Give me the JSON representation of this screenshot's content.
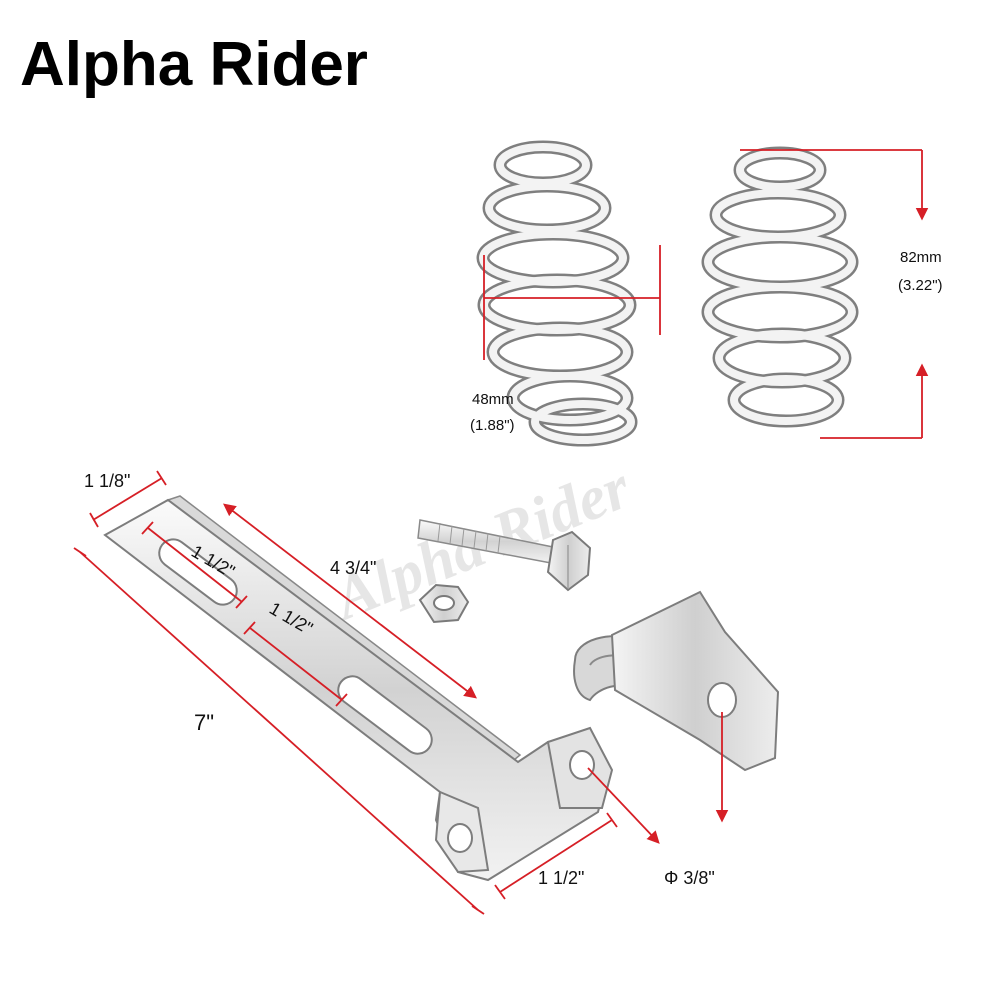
{
  "brand": {
    "name": "Alpha Rider",
    "watermark": "Alpha Rider"
  },
  "colors": {
    "dimension": "#d61f26",
    "metal_light": "#e4e4e4",
    "metal_dark": "#8a8a8a",
    "text": "#111111"
  },
  "dimensions": {
    "spring_height_mm": "82mm",
    "spring_height_in": "(3.22\")",
    "spring_width_mm": "48mm",
    "spring_width_in": "(1.88\")",
    "bracket_width": "1 1/8\"",
    "bracket_length": "7\"",
    "slot_length_1": "1 1/2\"",
    "slot_length_2": "1 1/2\"",
    "bolt_length": "4 3/4\"",
    "tab_width": "1 1/2\"",
    "hole_diameter": "Φ 3/8\""
  }
}
